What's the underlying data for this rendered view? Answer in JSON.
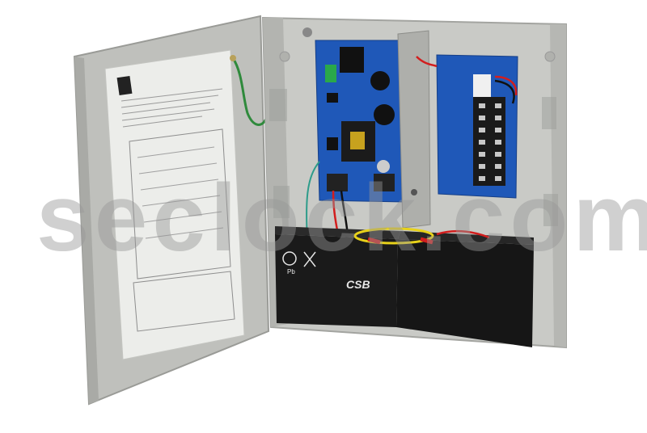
{
  "image": {
    "description": "Access control power supply enclosure, open door, with PCB boards, terminal distribution board and two sealed lead-acid batteries",
    "watermark": "seclock.com",
    "battery": {
      "brand_logo": "CSB",
      "symbols": [
        "recycle-icon",
        "crossed-bin-icon",
        "ul-mark-icon",
        "ce-mark-icon"
      ],
      "pb_label": "Pb"
    },
    "colors": {
      "enclosure": "#c9cac6",
      "door": "#bfc0bc",
      "pcb": "#1f58b8",
      "battery": "#1a1a1a",
      "wire_red": "#d21e1e",
      "wire_yellow": "#e8d21a",
      "wire_green": "#2f8a3c",
      "watermark": "#969696"
    }
  }
}
